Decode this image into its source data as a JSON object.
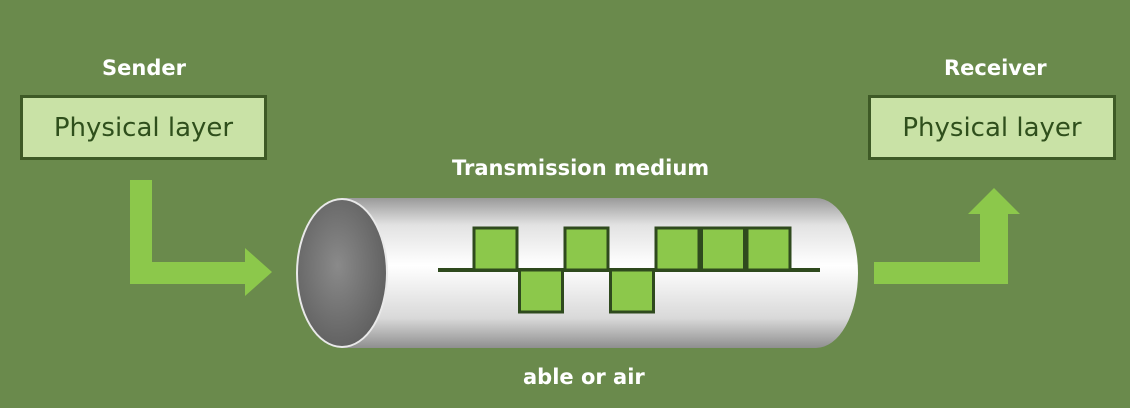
{
  "sender": {
    "label": "Sender",
    "box": "Physical layer"
  },
  "receiver": {
    "label": "Receiver",
    "box": "Physical layer"
  },
  "medium": {
    "label": "Transmission medium",
    "caption": "able or air"
  },
  "signal_bits": [
    1,
    0,
    1,
    0,
    1,
    1,
    1
  ],
  "colors": {
    "background": "#6a8a4c",
    "box_fill": "#c9e2a6",
    "box_border": "#3e5a26",
    "arrow": "#8cc84b",
    "signal_fill": "#8cc84b"
  }
}
